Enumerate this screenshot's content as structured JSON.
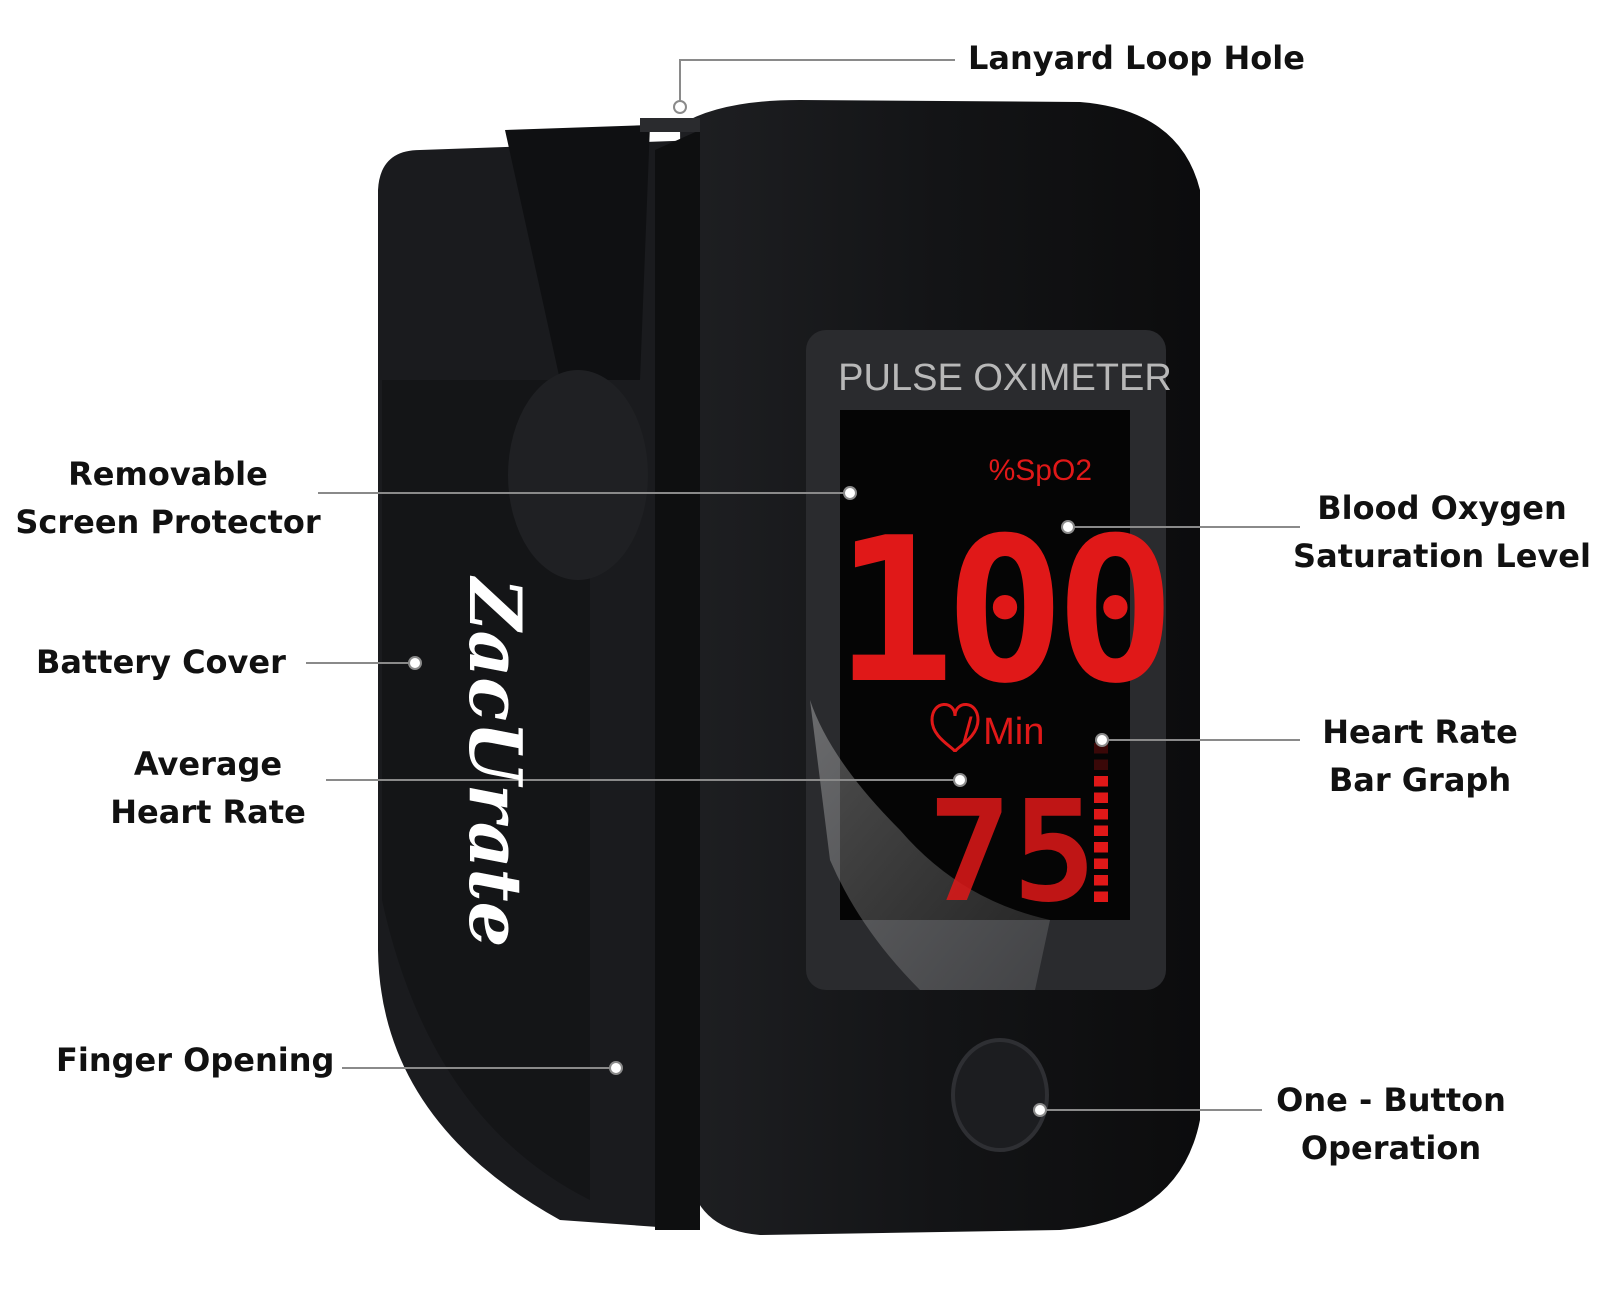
{
  "screen": {
    "title": "PULSE OXIMETER",
    "spo2_unit": "%SpO2",
    "spo2_value": "100",
    "hr_unit": "/ Min",
    "hr_value": "75",
    "bar_level": 0.8
  },
  "brand": {
    "logo_text": "ZacUrate"
  },
  "callouts": {
    "lanyard": [
      "Lanyard Loop Hole"
    ],
    "protector": [
      "Removable",
      "Screen Protector"
    ],
    "battery": [
      "Battery Cover"
    ],
    "avg_hr": [
      "Average",
      "Heart Rate"
    ],
    "finger": [
      "Finger Opening"
    ],
    "spo2": [
      "Blood Oxygen",
      "Saturation Level"
    ],
    "bar_graph": [
      "Heart Rate",
      "Bar Graph"
    ],
    "button": [
      "One - Button",
      "Operation"
    ]
  },
  "colors": {
    "body": "#161719",
    "screen": "#050505",
    "led": "#e01818",
    "logo_accent": "#ffe81a",
    "leader": "#8a8a8a"
  },
  "icons": {
    "heart": "heart-outline-icon",
    "button": "power-button-icon"
  }
}
